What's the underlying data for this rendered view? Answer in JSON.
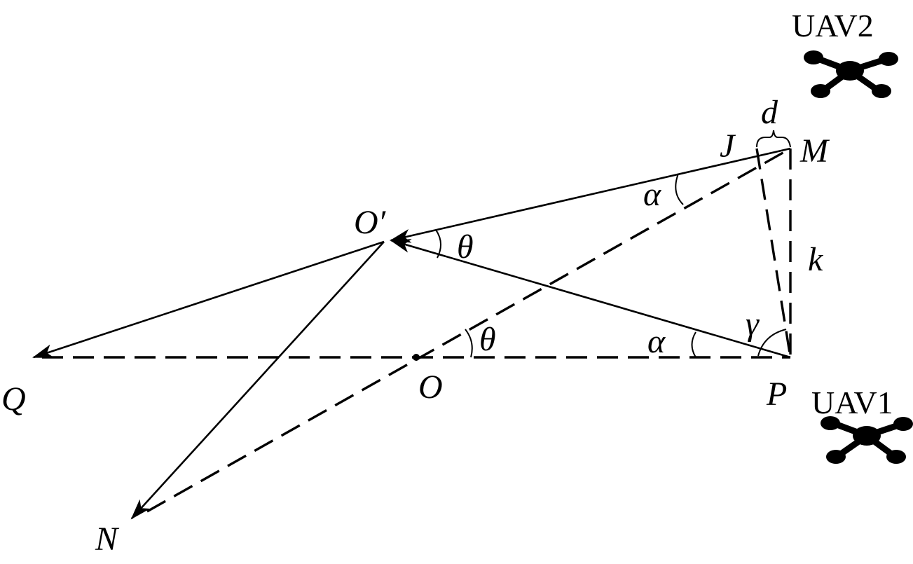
{
  "labels": {
    "Q": "Q",
    "O": "O",
    "O_prime": "O′",
    "P": "P",
    "M": "M",
    "N": "N",
    "J": "J",
    "d": "d",
    "k": "k",
    "alpha_top": "α",
    "alpha_bottom": "α",
    "theta_top": "θ",
    "theta_bottom": "θ",
    "gamma": "γ",
    "uav1": "UAV1",
    "uav2": "UAV2"
  },
  "icons": {
    "drone": "quadcopter-icon"
  }
}
